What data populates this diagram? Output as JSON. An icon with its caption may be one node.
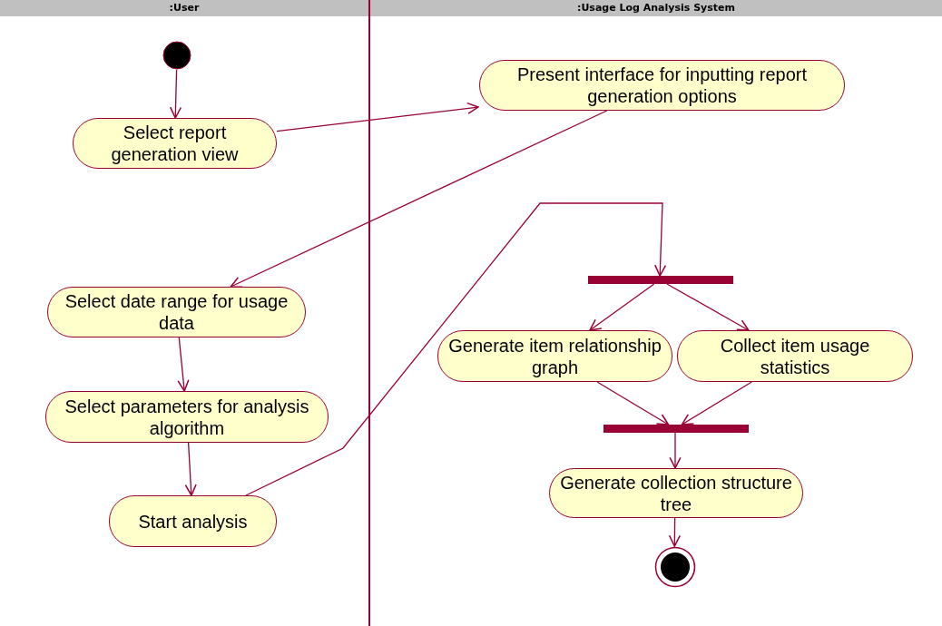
{
  "diagram": {
    "nodes": [
      {
        "text": [
          ":User"
        ]
      },
      {
        "text": [
          ":Usage Log Analysis System"
        ]
      },
      {
        "text": [],
        "shape": "circle",
        "in": 0
      },
      {
        "text": [
          "Select report generation view"
        ],
        "in": 0
      },
      {
        "text": [
          "Present interface for inputting report generation options"
        ],
        "in": 1
      },
      {
        "text": [
          "Select date range for usage data"
        ],
        "in": 0
      },
      {
        "text": [
          "Select parameters for analysis algorithm"
        ],
        "in": 0
      },
      {
        "text": [
          "Start analysis"
        ],
        "in": 0
      },
      {
        "text": [],
        "shape": "bar",
        "in": 1
      },
      {
        "text": [
          "Generate item relationship graph"
        ],
        "in": 1
      },
      {
        "text": [
          "Collect item usage statistics"
        ],
        "in": 1
      },
      {
        "text": [],
        "shape": "bar",
        "in": 1
      },
      {
        "text": [
          "Generate collection structure tree"
        ],
        "in": 1
      },
      {
        "text": [],
        "shape": "circle",
        "in": 1
      }
    ],
    "edges": [
      {
        "from": 2,
        "to": 3,
        "arrow": "to"
      },
      {
        "from": 3,
        "to": 4,
        "arrow": "to"
      },
      {
        "from": 4,
        "to": 5,
        "arrow": "to"
      },
      {
        "from": 5,
        "to": 6,
        "arrow": "to"
      },
      {
        "from": 6,
        "to": 7,
        "arrow": "to"
      },
      {
        "from": 7,
        "to": 8,
        "arrow": "to"
      },
      {
        "from": 8,
        "to": 9,
        "arrow": "to"
      },
      {
        "from": 8,
        "to": 10,
        "arrow": "to"
      },
      {
        "from": 9,
        "to": 11,
        "arrow": "to"
      },
      {
        "from": 10,
        "to": 11,
        "arrow": "to"
      },
      {
        "from": 11,
        "to": 12,
        "arrow": "to"
      },
      {
        "from": 12,
        "to": 13,
        "arrow": "to"
      }
    ]
  }
}
